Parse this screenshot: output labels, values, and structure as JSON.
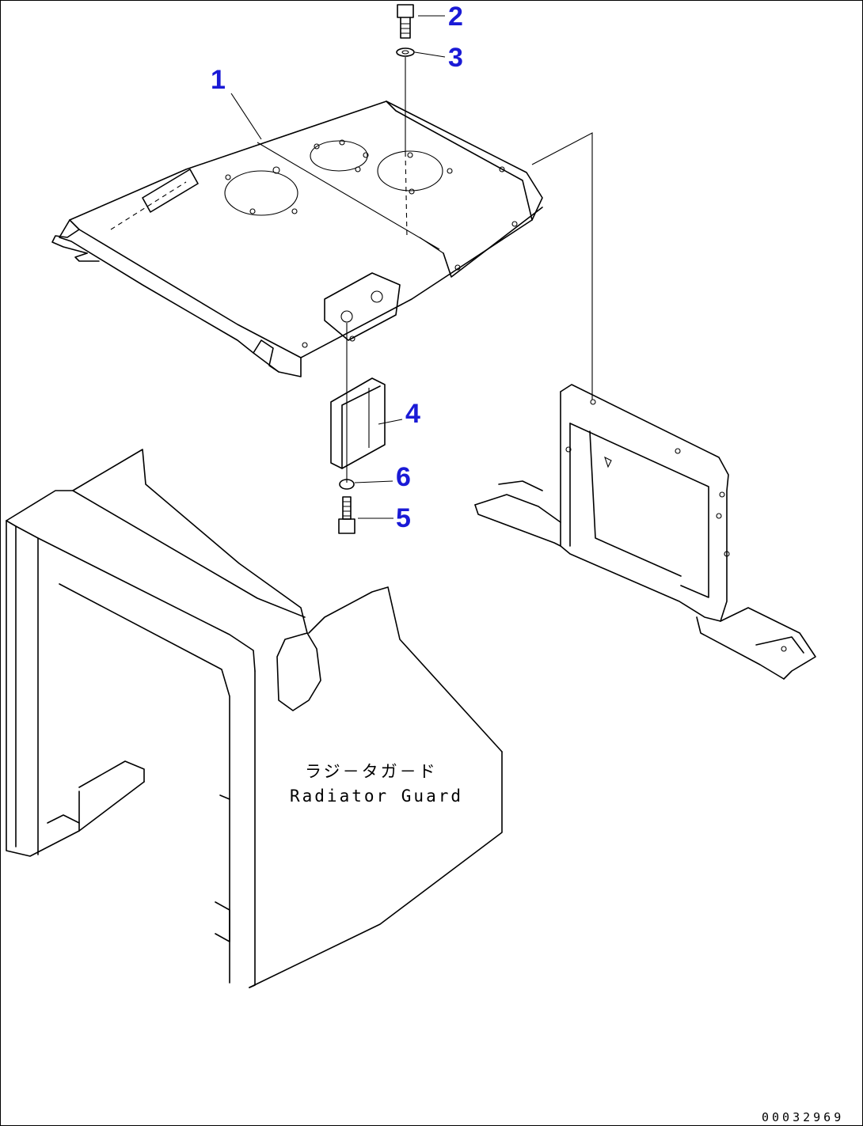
{
  "callouts": [
    {
      "num": "1"
    },
    {
      "num": "2"
    },
    {
      "num": "3"
    },
    {
      "num": "4"
    },
    {
      "num": "5"
    },
    {
      "num": "6"
    }
  ],
  "labels": {
    "jp": "ラジ－タガ－ド",
    "en": "Radiator Guard"
  },
  "drawing_code": "00032969",
  "colors": {
    "callout": "#1a1ad6",
    "line": "#000000",
    "background": "#ffffff"
  }
}
